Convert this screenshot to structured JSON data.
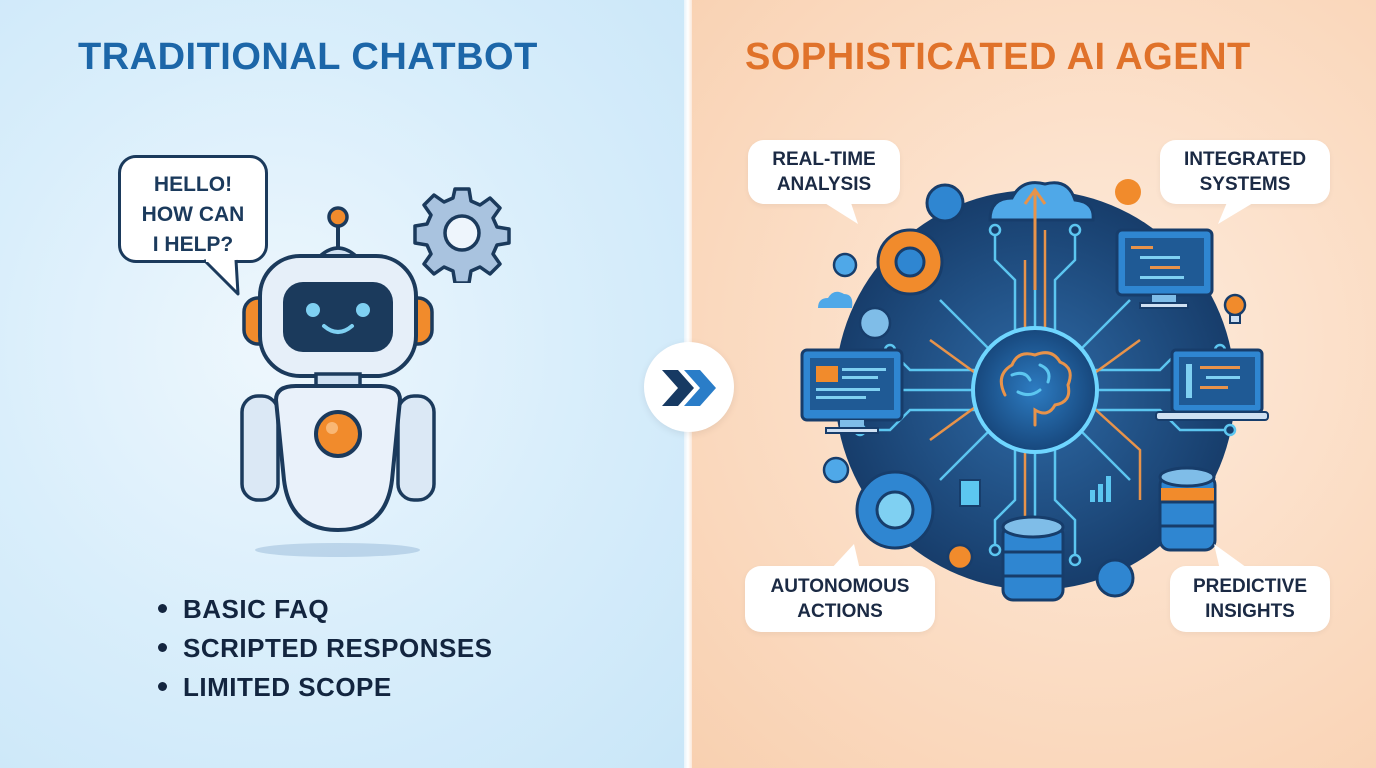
{
  "left": {
    "title": "TRADITIONAL CHATBOT",
    "speech_bubble": [
      "HELLO!",
      "HOW CAN",
      "I HELP?"
    ],
    "bullets": [
      "BASIC FAQ",
      "SCRIPTED RESPONSES",
      "LIMITED SCOPE"
    ],
    "accent_color": "#1c66a8"
  },
  "center": {
    "transition_icon": "double-chevron-right-icon"
  },
  "right": {
    "title": "SOPHISTICATED AI AGENT",
    "accent_color": "#e0722a",
    "callouts": {
      "top_left": [
        "REAL-TIME",
        "ANALYSIS"
      ],
      "top_right": [
        "INTEGRATED",
        "SYSTEMS"
      ],
      "bottom_left": [
        "AUTONOMOUS",
        "ACTIONS"
      ],
      "bottom_right": [
        "PREDICTIVE",
        "INSIGHTS"
      ]
    }
  }
}
